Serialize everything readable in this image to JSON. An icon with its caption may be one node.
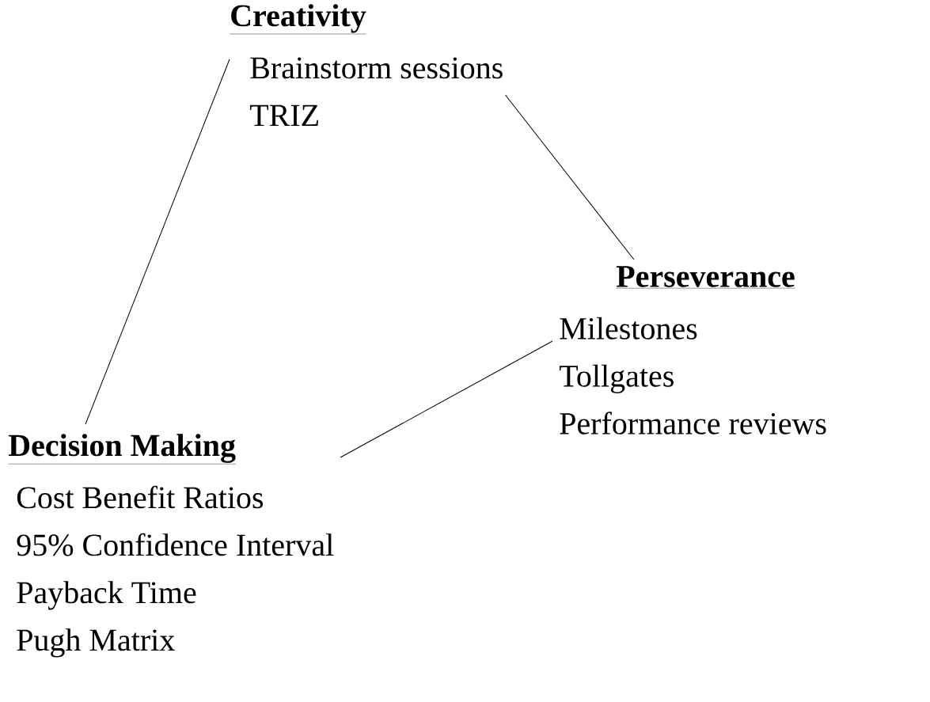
{
  "diagram": {
    "nodes": [
      {
        "text": [
          "Creativity",
          "Brainstorm sessions",
          "TRIZ"
        ]
      },
      {
        "text": [
          "Decision Making",
          "Cost Benefit Ratios",
          "95% Confidence Interval",
          "Payback Time",
          "Pugh Matrix"
        ]
      },
      {
        "text": [
          "Perseverance",
          "Milestones",
          "Tollgates",
          "Performance reviews"
        ]
      }
    ],
    "edges": [
      {
        "from": 0,
        "to": 1,
        "arrow": "none"
      },
      {
        "from": 0,
        "to": 2,
        "arrow": "none"
      },
      {
        "from": 1,
        "to": 2,
        "arrow": "none"
      }
    ]
  }
}
